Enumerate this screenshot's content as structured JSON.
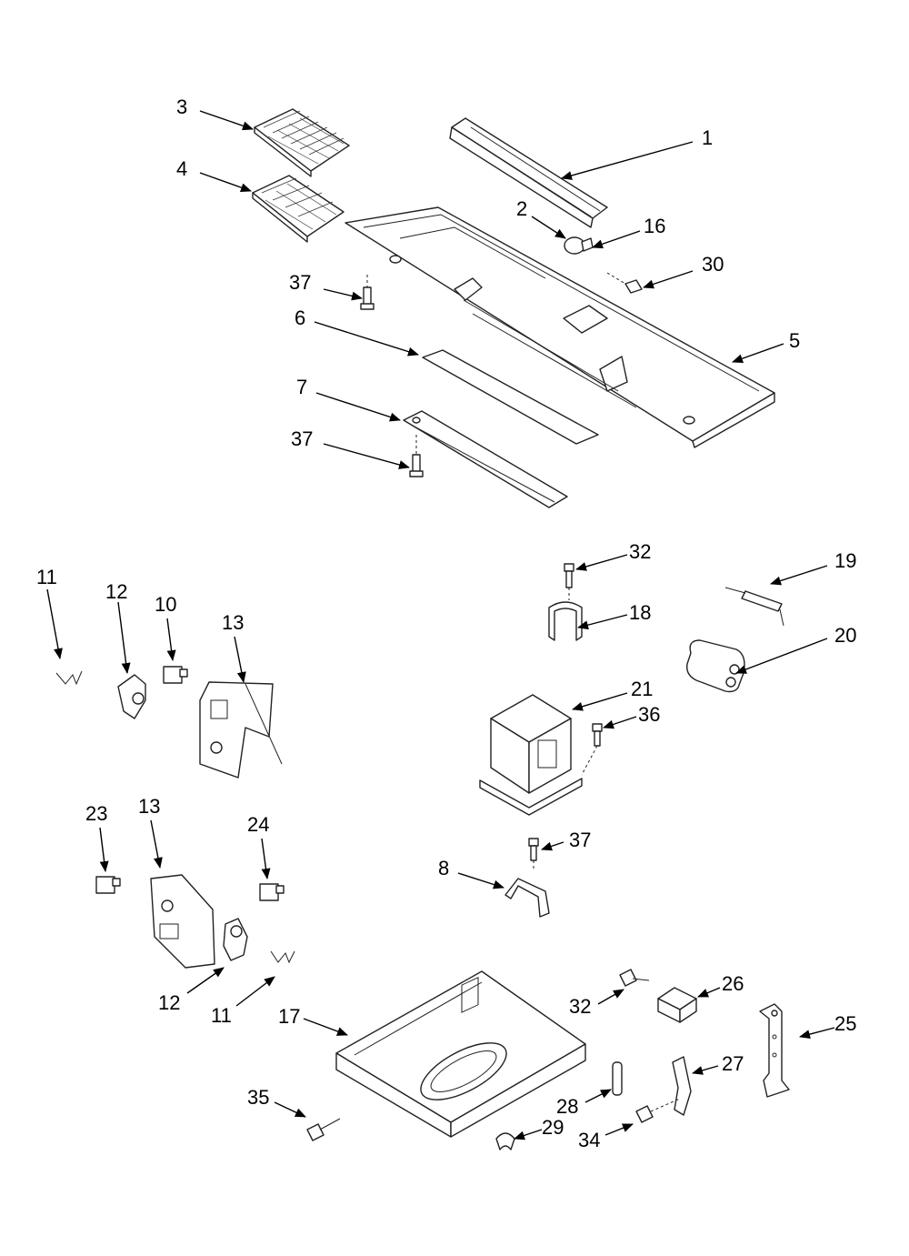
{
  "diagram": {
    "callouts": {
      "c1": "1",
      "c2": "2",
      "c3": "3",
      "c4": "4",
      "c5": "5",
      "c6": "6",
      "c7": "7",
      "c8": "8",
      "c10": "10",
      "c11a": "11",
      "c11b": "11",
      "c12a": "12",
      "c12b": "12",
      "c13a": "13",
      "c13b": "13",
      "c16": "16",
      "c17": "17",
      "c18": "18",
      "c19": "19",
      "c20": "20",
      "c21": "21",
      "c23": "23",
      "c24": "24",
      "c25": "25",
      "c26": "26",
      "c27": "27",
      "c28": "28",
      "c29": "29",
      "c30": "30",
      "c32a": "32",
      "c32b": "32",
      "c34": "34",
      "c35": "35",
      "c36": "36",
      "c37a": "37",
      "c37b": "37",
      "c37c": "37"
    }
  }
}
